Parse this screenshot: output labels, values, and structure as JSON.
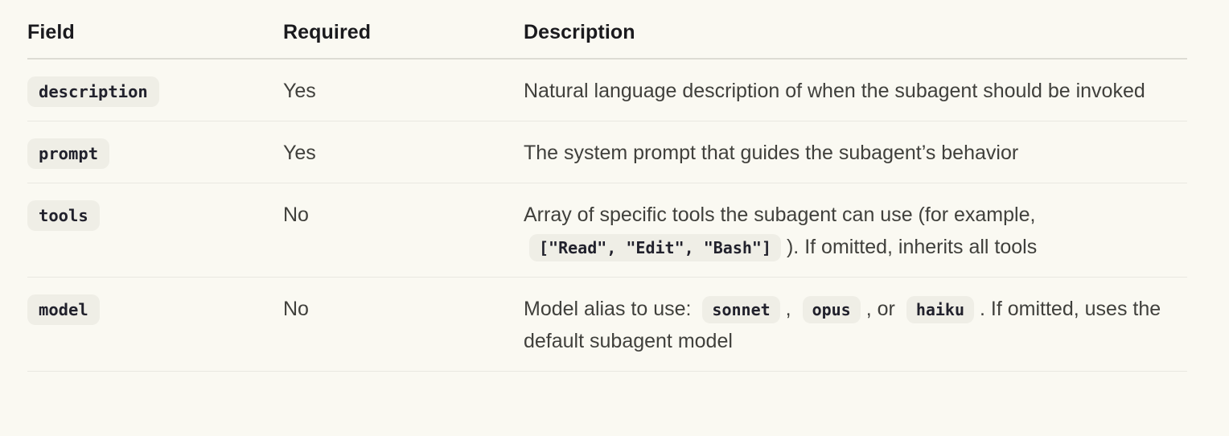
{
  "colors": {
    "page_background": "#FAF9F2",
    "header_text": "#1A1A1E",
    "body_text": "#40403C",
    "code_badge_background": "#EFEEE6",
    "code_badge_text": "#21212C",
    "header_divider": "#DDDCD4",
    "row_divider": "#E9E8E1"
  },
  "table": {
    "headers": [
      {
        "label": "Field"
      },
      {
        "label": "Required"
      },
      {
        "label": "Description"
      }
    ],
    "rows": [
      {
        "field": "description",
        "required": "Yes",
        "description": [
          {
            "type": "text",
            "value": "Natural language description of when the subagent should be invoked"
          }
        ]
      },
      {
        "field": "prompt",
        "required": "Yes",
        "description": [
          {
            "type": "text",
            "value": "The system prompt that guides the subagent’s behavior"
          }
        ]
      },
      {
        "field": "tools",
        "required": "No",
        "description": [
          {
            "type": "text",
            "value": "Array of specific tools the subagent can use (for example,"
          },
          {
            "type": "code",
            "value": "[\"Read\", \"Edit\", \"Bash\"]"
          },
          {
            "type": "text",
            "value": "). If omitted, inherits all tools"
          }
        ]
      },
      {
        "field": "model",
        "required": "No",
        "description": [
          {
            "type": "text",
            "value": "Model alias to use: "
          },
          {
            "type": "code",
            "value": "sonnet"
          },
          {
            "type": "text",
            "value": ", "
          },
          {
            "type": "code",
            "value": "opus"
          },
          {
            "type": "text",
            "value": ", or "
          },
          {
            "type": "code",
            "value": "haiku"
          },
          {
            "type": "text",
            "value": ". If omitted, uses the default subagent model"
          }
        ]
      }
    ]
  }
}
